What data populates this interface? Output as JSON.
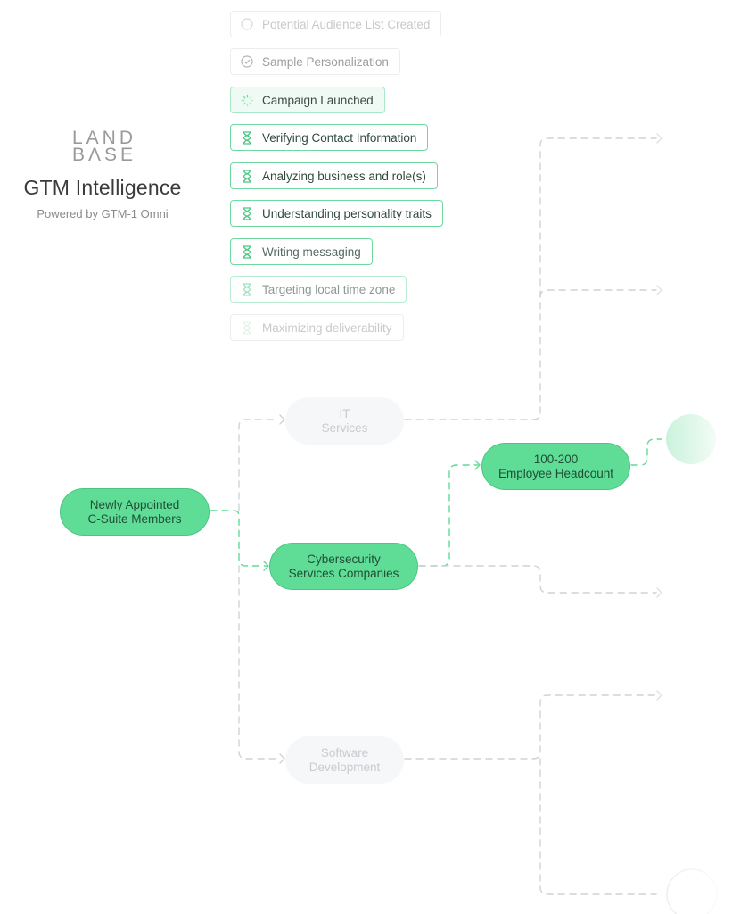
{
  "brand": {
    "logo_line1": "LAND",
    "logo_line2": "BΛSE",
    "title": "GTM Intelligence",
    "subtitle": "Powered by GTM-1 Omni"
  },
  "steps": [
    {
      "label": "Potential Audience List Created",
      "status": "done",
      "icon": "check-circle-icon"
    },
    {
      "label": "Sample Personalization",
      "status": "done",
      "icon": "check-circle-icon"
    },
    {
      "label": "Campaign Launched",
      "status": "in-progress",
      "icon": "spinner-icon"
    },
    {
      "label": "Verifying Contact Information",
      "status": "pending",
      "icon": "hourglass-icon"
    },
    {
      "label": "Analyzing business and role(s)",
      "status": "pending",
      "icon": "hourglass-icon"
    },
    {
      "label": "Understanding personality traits",
      "status": "pending",
      "icon": "hourglass-icon"
    },
    {
      "label": "Writing messaging",
      "status": "pending",
      "icon": "hourglass-icon"
    },
    {
      "label": "Targeting local time zone",
      "status": "pending",
      "icon": "hourglass-icon"
    },
    {
      "label": "Maximizing deliverability",
      "status": "pending",
      "icon": "hourglass-icon"
    }
  ],
  "nodes": {
    "root": {
      "line1": "Newly Appointed",
      "line2": "C-Suite Members"
    },
    "it": {
      "line1": "IT",
      "line2": "Services"
    },
    "cyber": {
      "line1": "Cybersecurity",
      "line2": "Services Companies"
    },
    "software": {
      "line1": "Software",
      "line2": "Development"
    },
    "headcount": {
      "line1": "100-200",
      "line2": "Employee Headcount"
    }
  },
  "colors": {
    "accent": "#5fdc96",
    "accent_border": "#4cc783",
    "connector_active": "#5fdc96",
    "connector_idle": "#cfd2d6"
  }
}
